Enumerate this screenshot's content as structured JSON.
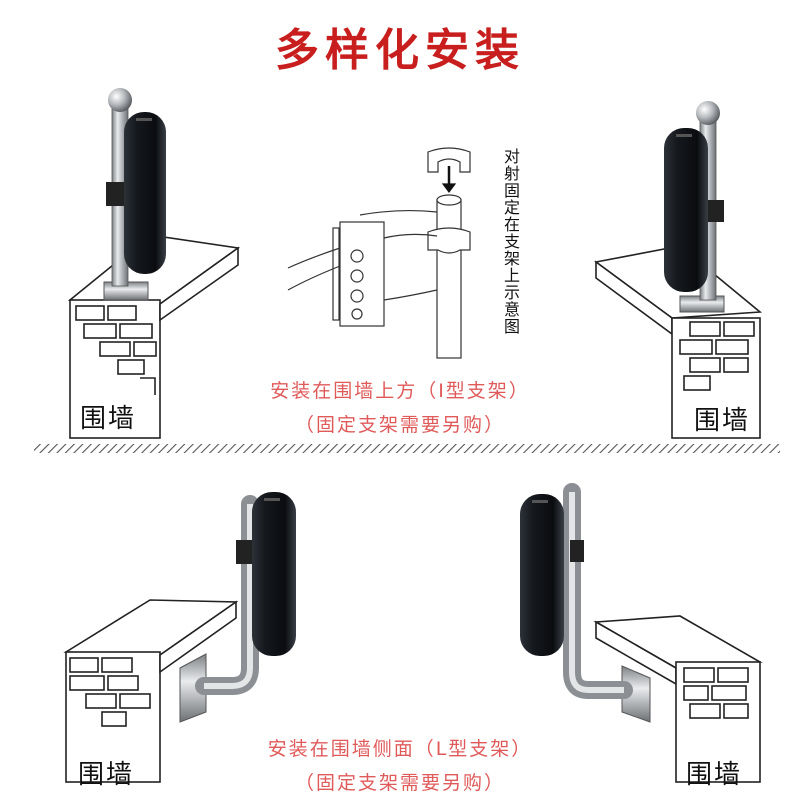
{
  "title": "多样化安装",
  "diagram_note": "对射固定在支架上示意图",
  "top_caption_1": "安装在围墙上方（I型支架）",
  "top_caption_2": "（固定支架需要另购）",
  "bottom_caption_1": "安装在围墙侧面（L型支架）",
  "bottom_caption_2": "（固定支架需要另购）",
  "wall_label": "围墙",
  "colors": {
    "title": "#c81e1e",
    "caption": "#e05a5a",
    "sensor": "#15181d",
    "steel": "#b9bcc0"
  },
  "icons": [
    "sensor-device-icon",
    "pole-icon",
    "bracket-icon",
    "arrow-down-icon",
    "brick-wall-icon"
  ]
}
